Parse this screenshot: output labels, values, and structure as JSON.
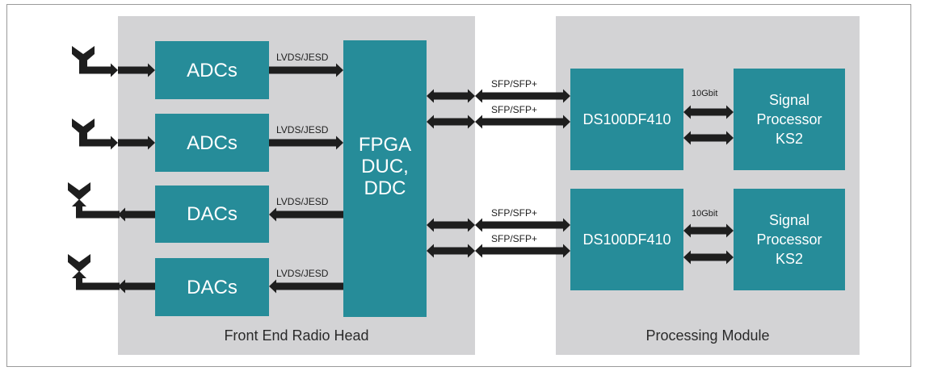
{
  "colors": {
    "block": "#268c99",
    "panel": "#d3d3d5",
    "arrow": "#1e1e1e",
    "border": "#9a9a9a"
  },
  "panels": {
    "front_end": {
      "title": "Front End Radio Head"
    },
    "processing": {
      "title": "Processing Module"
    }
  },
  "front_end": {
    "converters": [
      {
        "label": "ADCs",
        "direction": "in"
      },
      {
        "label": "ADCs",
        "direction": "in"
      },
      {
        "label": "DACs",
        "direction": "out"
      },
      {
        "label": "DACs",
        "direction": "out"
      }
    ],
    "bus_labels": [
      "LVDS/JESD",
      "LVDS/JESD",
      "LVDS/JESD",
      "LVDS/JESD"
    ],
    "fpga": {
      "label": "FPGA\nDUC,\nDDC"
    },
    "antennas": [
      {
        "icon": "antenna-receive-icon"
      },
      {
        "icon": "antenna-receive-icon"
      },
      {
        "icon": "antenna-transmit-icon"
      },
      {
        "icon": "antenna-transmit-icon"
      }
    ]
  },
  "links": {
    "sfp_labels": [
      "SFP/SFP+",
      "SFP/SFP+",
      "SFP/SFP+",
      "SFP/SFP+"
    ],
    "gbit_labels": [
      "10Gbit",
      "10Gbit"
    ]
  },
  "processing": {
    "retimers": [
      {
        "label": "DS100DF410"
      },
      {
        "label": "DS100DF410"
      }
    ],
    "processors": [
      {
        "label": "Signal\nProcessor\nKS2"
      },
      {
        "label": "Signal\nProcessor\nKS2"
      }
    ]
  }
}
